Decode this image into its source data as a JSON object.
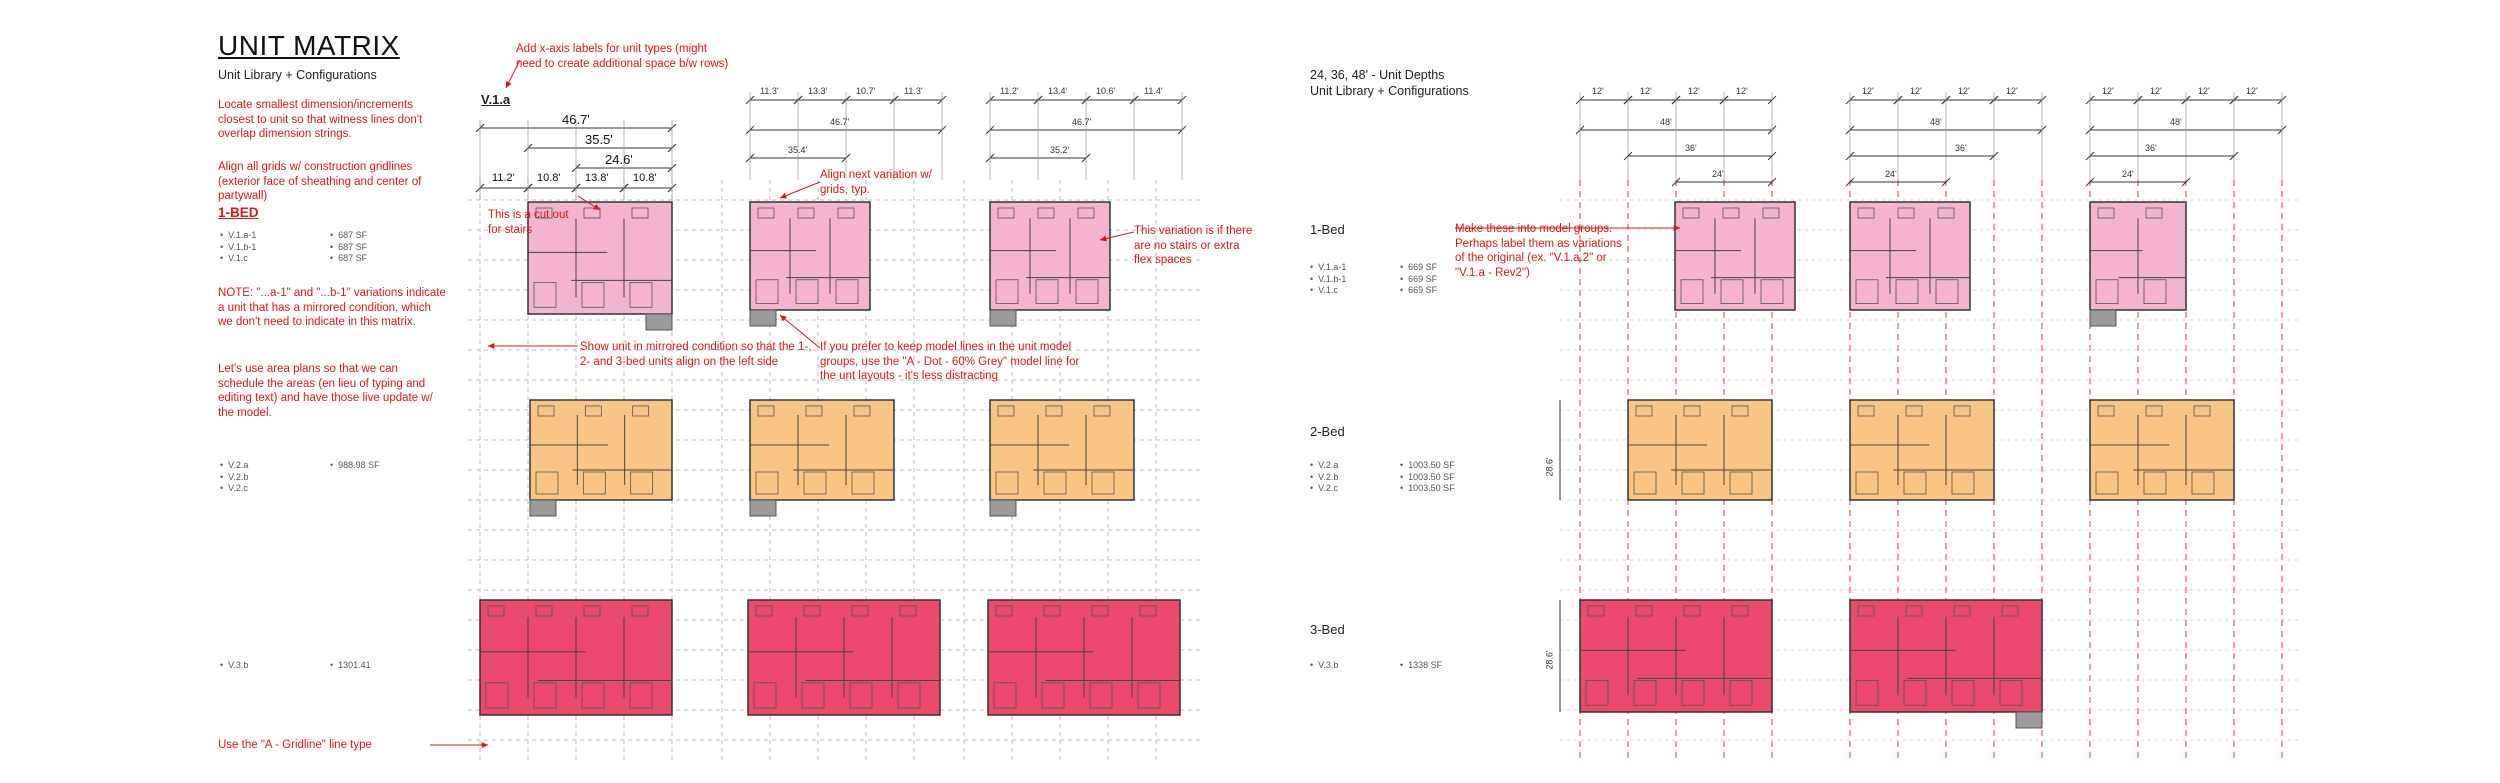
{
  "left": {
    "title": "UNIT MATRIX",
    "subtitle": "Unit Library  + Configurations",
    "notes": {
      "n1": "Locate smallest dimension/increments closest to unit so that witness lines don't overlap dimension strings.",
      "n2": "Align all grids w/ construction gridlines (exterior face of sheathing and center of partywall)",
      "n3": "NOTE: \"...a-1\" and \"...b-1\" variations indicate a unit that has a mirrored condition, which we don't need to indicate in this matrix.",
      "n4": "Let's use area plans so that we can schedule the areas (en lieu of typing and editing text) and have those live update w/ the model.",
      "n5": "Use the \"A - Gridline\" line type"
    },
    "section_1bed": "1-BED",
    "list_1bed": "•  V.1.a-1\n•  V.1.b-1\n•  V.1.c",
    "area_1bed": "•  687 SF\n•  687 SF\n•  687 SF",
    "list_2bed": "•  V.2.a\n•  V.2.b\n•  V.2.c",
    "area_2bed": "•  988.98 SF",
    "list_3bed": "•  V.3.b",
    "area_3bed": "•  1301.41",
    "variation_label": "V.1.a",
    "dims_a": {
      "overall": "46.7'",
      "mid": "35.5'",
      "inner": "24.6'",
      "d1": "11.2'",
      "d2": "10.8'",
      "d3": "13.8'",
      "d4": "10.8'"
    },
    "dims_b": {
      "d1": "11.3'",
      "d2": "13.3'",
      "d3": "10.7'",
      "d4": "11.3'",
      "overall": "46.7'",
      "mid": "35.4'"
    },
    "dims_c": {
      "d1": "11.2'",
      "d2": "13.4'",
      "d3": "10.6'",
      "d4": "11.4'",
      "overall": "46.7'",
      "mid": "35.2'"
    },
    "callouts": {
      "c1": "Add x-axis labels for unit types (might need to create additional space b/w rows)",
      "c2": "This is a cut out for stairs",
      "c3": "Align next variation w/ grids, typ.",
      "c4": "This variation is if there are no stairs or extra flex spaces",
      "c5": "Show unit in mirrored condition so that the 1-, 2- and 3-bed units align on the left side",
      "c6": "If you prefer to keep model lines in the unit model groups, use the \"A - Dot - 60% Grey\" model line for the unt layouts - it's less distracting"
    }
  },
  "right": {
    "title": "24, 36, 48' - Unit Depths",
    "subtitle": "Unit Library  + Configurations",
    "bed1": "1-Bed",
    "bed2": "2-Bed",
    "bed3": "3-Bed",
    "list_1bed": "•  V.1.a-1\n•  V.1.b-1\n•  V.1.c",
    "area_1bed": "•  669 SF\n•  669 SF\n•  669 SF",
    "list_2bed": "•  V.2.a\n•  V.2.b\n•  V.2.c",
    "area_2bed": "•  1003.50 SF\n•  1003.50 SF\n•  1003.50 SF",
    "list_3bed": "•  V.3.b",
    "area_3bed": "•  1338 SF",
    "callout": "Make these into model groups. Perhaps label them as variations of the original (ex. \"V.1.a.2\" or \"V.1.a - Rev2\")",
    "dim_12": "12'",
    "dim_48": "48'",
    "dim_36": "36'",
    "dim_24": "24'",
    "dim_286": "28.6'"
  },
  "colors": {
    "one_bed": "#f4b3cf",
    "two_bed": "#f9c585",
    "three_bed": "#ec4a6c",
    "annotation_red": "#d21a1a",
    "grid_red": "#e9585d",
    "grid_grey": "#bbbbbb"
  }
}
